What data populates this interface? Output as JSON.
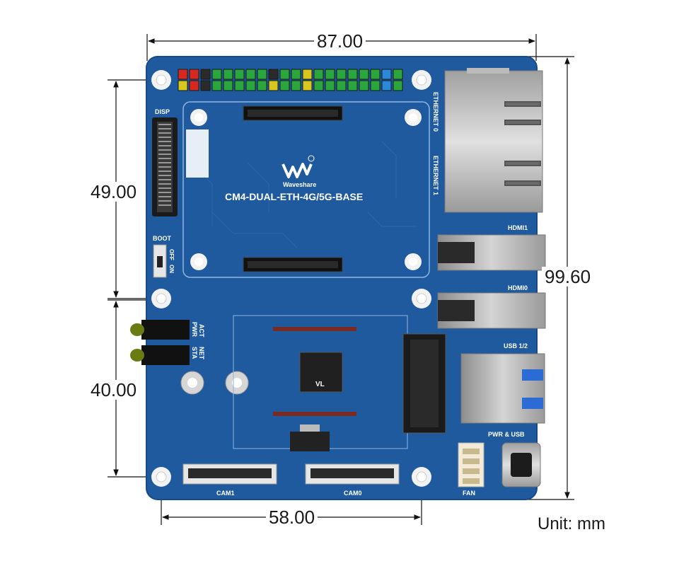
{
  "dimensions": {
    "width_top": "87.00",
    "height_upper": "49.00",
    "height_lower": "40.00",
    "height_total": "99.60",
    "width_bottom": "58.00"
  },
  "unit": "Unit: mm",
  "board": {
    "brand": "Waveshare",
    "model": "CM4-DUAL-ETH-4G/5G-BASE",
    "chip_marking": "VL",
    "labels": {
      "disp": "DISP",
      "boot": "BOOT",
      "off": "OFF",
      "on": "ON",
      "ethernet0": "ETHERNET 0",
      "ethernet1": "ETHERNET 1",
      "hdmi1": "HDMI1",
      "hdmi0": "HDMI0",
      "usb": "USB 1/2",
      "pwr_usb": "PWR & USB",
      "fan": "FAN",
      "cam1": "CAM1",
      "cam0": "CAM0",
      "act": "ACT",
      "pwr": "PWR",
      "net": "NET",
      "sta": "STA"
    }
  },
  "colors": {
    "pcb": "#1f5a9e",
    "pcb_edge": "#174a87",
    "dimension_line": "#111111"
  }
}
